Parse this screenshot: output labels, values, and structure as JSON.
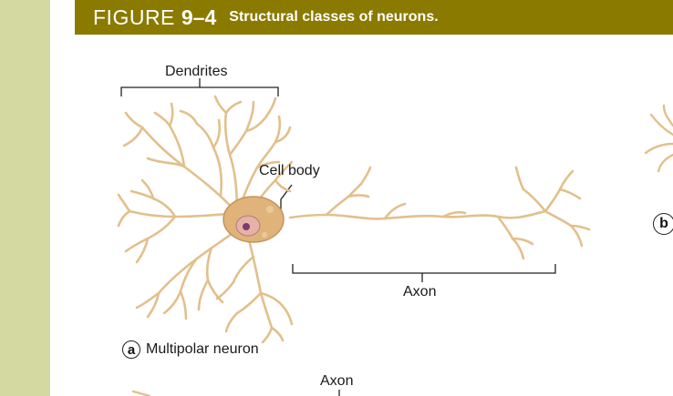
{
  "header": {
    "fig_word": "FIGURE",
    "fig_number": "9–4",
    "title": "Structural classes of neurons."
  },
  "labels": {
    "dendrites": "Dendrites",
    "cell_body": "Cell body",
    "axon": "Axon",
    "axon_bottom": "Axon"
  },
  "caption_a": {
    "letter": "a",
    "text": "Multipolar neuron"
  },
  "caption_b": {
    "letter": "b"
  },
  "colors": {
    "header_bg": "#8a7a00",
    "sidebar": "#d3d9a1",
    "neuron": "#e2c08c",
    "nucleus": "#7a3d6b"
  }
}
